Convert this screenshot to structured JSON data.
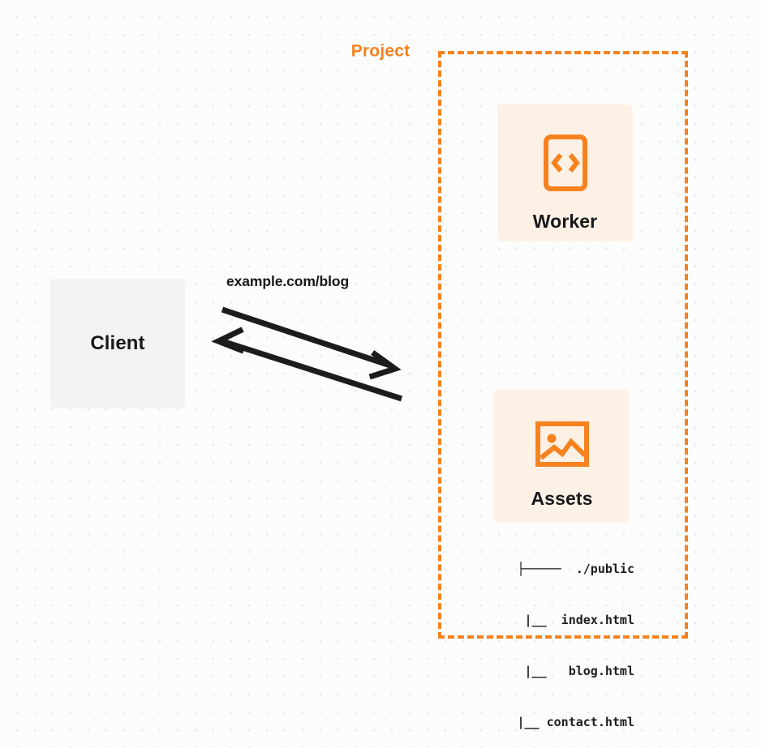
{
  "diagram": {
    "title": "Client request routed to Project Worker and Assets",
    "background": "#fcfcfc",
    "accent_color": "#f6821f",
    "card_color": "#fdf1e5",
    "client_color": "#f2f3f5",
    "text_color": "#18181b"
  },
  "client": {
    "label": "Client"
  },
  "connection": {
    "label": "example.com/blog",
    "request_direction": "client-to-project",
    "response_direction": "project-to-client"
  },
  "project": {
    "title": "Project",
    "nodes": [
      {
        "id": "worker",
        "label": "Worker",
        "icon": "code-brackets-icon"
      },
      {
        "id": "assets",
        "label": "Assets",
        "icon": "image-icon"
      }
    ]
  },
  "file_tree": {
    "lines": [
      "├─────  ./public",
      "     |__  index.html",
      "     |__   blog.html",
      "  |__ contact.html"
    ],
    "entries": [
      "./public",
      "index.html",
      "blog.html",
      "contact.html"
    ]
  }
}
